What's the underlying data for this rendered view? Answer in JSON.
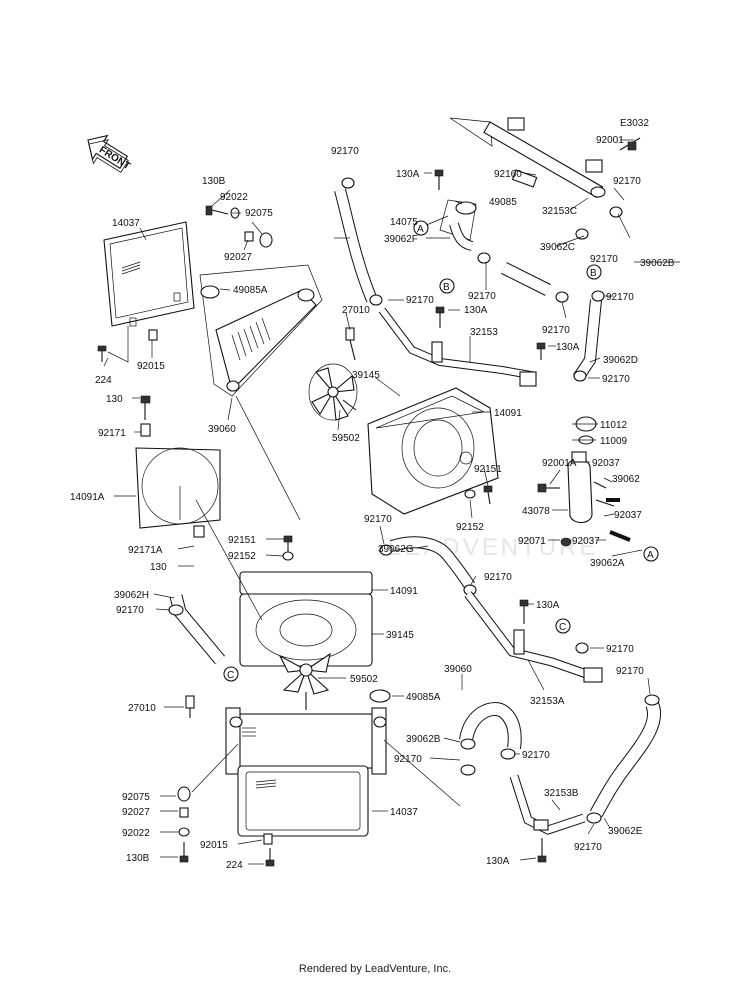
{
  "diagram_code": "E3032",
  "front_label": "FRONT",
  "watermark": "LEADVENTURE",
  "footer": "Rendered by LeadVenture, Inc.",
  "callouts": {
    "c1": "A",
    "c2": "B",
    "c3": "B",
    "c4": "C",
    "c5": "C",
    "c6": "A"
  },
  "labels": {
    "l001": "92001",
    "l002": "92170",
    "l003": "130A",
    "l004": "92160",
    "l005": "92170",
    "l006": "49085",
    "l007": "14075",
    "l008": "39062F",
    "l009": "32153C",
    "l010": "39062C",
    "l011": "92170",
    "l012": "92170",
    "l013": "39062B",
    "l014": "92170",
    "l015": "92170",
    "l016": "130B",
    "l017": "92022",
    "l018": "92075",
    "l019": "14037",
    "l020": "92027",
    "l021": "49085A",
    "l022": "27010",
    "l023": "130A",
    "l024": "92170",
    "l025": "32153",
    "l026": "130A",
    "l027": "39062D",
    "l028": "92170",
    "l029": "224",
    "l030": "92015",
    "l031": "39145",
    "l032": "14091",
    "l033": "130",
    "l034": "39060",
    "l035": "59502",
    "l036": "11012",
    "l037": "11009",
    "l038": "92171",
    "l039": "92001A",
    "l040": "92037",
    "l041": "14091A",
    "l042": "92151",
    "l043": "39062",
    "l044": "43078",
    "l045": "92152",
    "l046": "92037",
    "l047": "92170",
    "l048": "92071",
    "l049": "92037",
    "l050": "39062G",
    "l051": "39062A",
    "l052": "92151",
    "l053": "92152",
    "l054": "92171A",
    "l055": "130",
    "l056": "92170",
    "l057": "14091",
    "l058": "39062H",
    "l059": "130A",
    "l060": "92170",
    "l061": "39145",
    "l062": "92170",
    "l063": "59502",
    "l064": "39060",
    "l065": "32153A",
    "l066": "27010",
    "l067": "49085A",
    "l068": "92170",
    "l069": "39062B",
    "l070": "92170",
    "l071": "92170",
    "l072": "92075",
    "l073": "32153B",
    "l074": "92027",
    "l075": "14037",
    "l076": "92022",
    "l077": "92170",
    "l078": "39062E",
    "l079": "92015",
    "l080": "130B",
    "l081": "224",
    "l082": "130A"
  }
}
